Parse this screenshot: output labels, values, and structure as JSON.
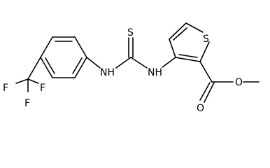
{
  "molecule": {
    "atoms": {
      "sulfur": "S",
      "thiocarbonyl_s": "S",
      "nh_left": "NH",
      "nh_right": "NH",
      "carbonyl_o": "O",
      "ester_o": "O",
      "fluorine_1": "F",
      "fluorine_2": "F",
      "fluorine_3": "F"
    }
  }
}
